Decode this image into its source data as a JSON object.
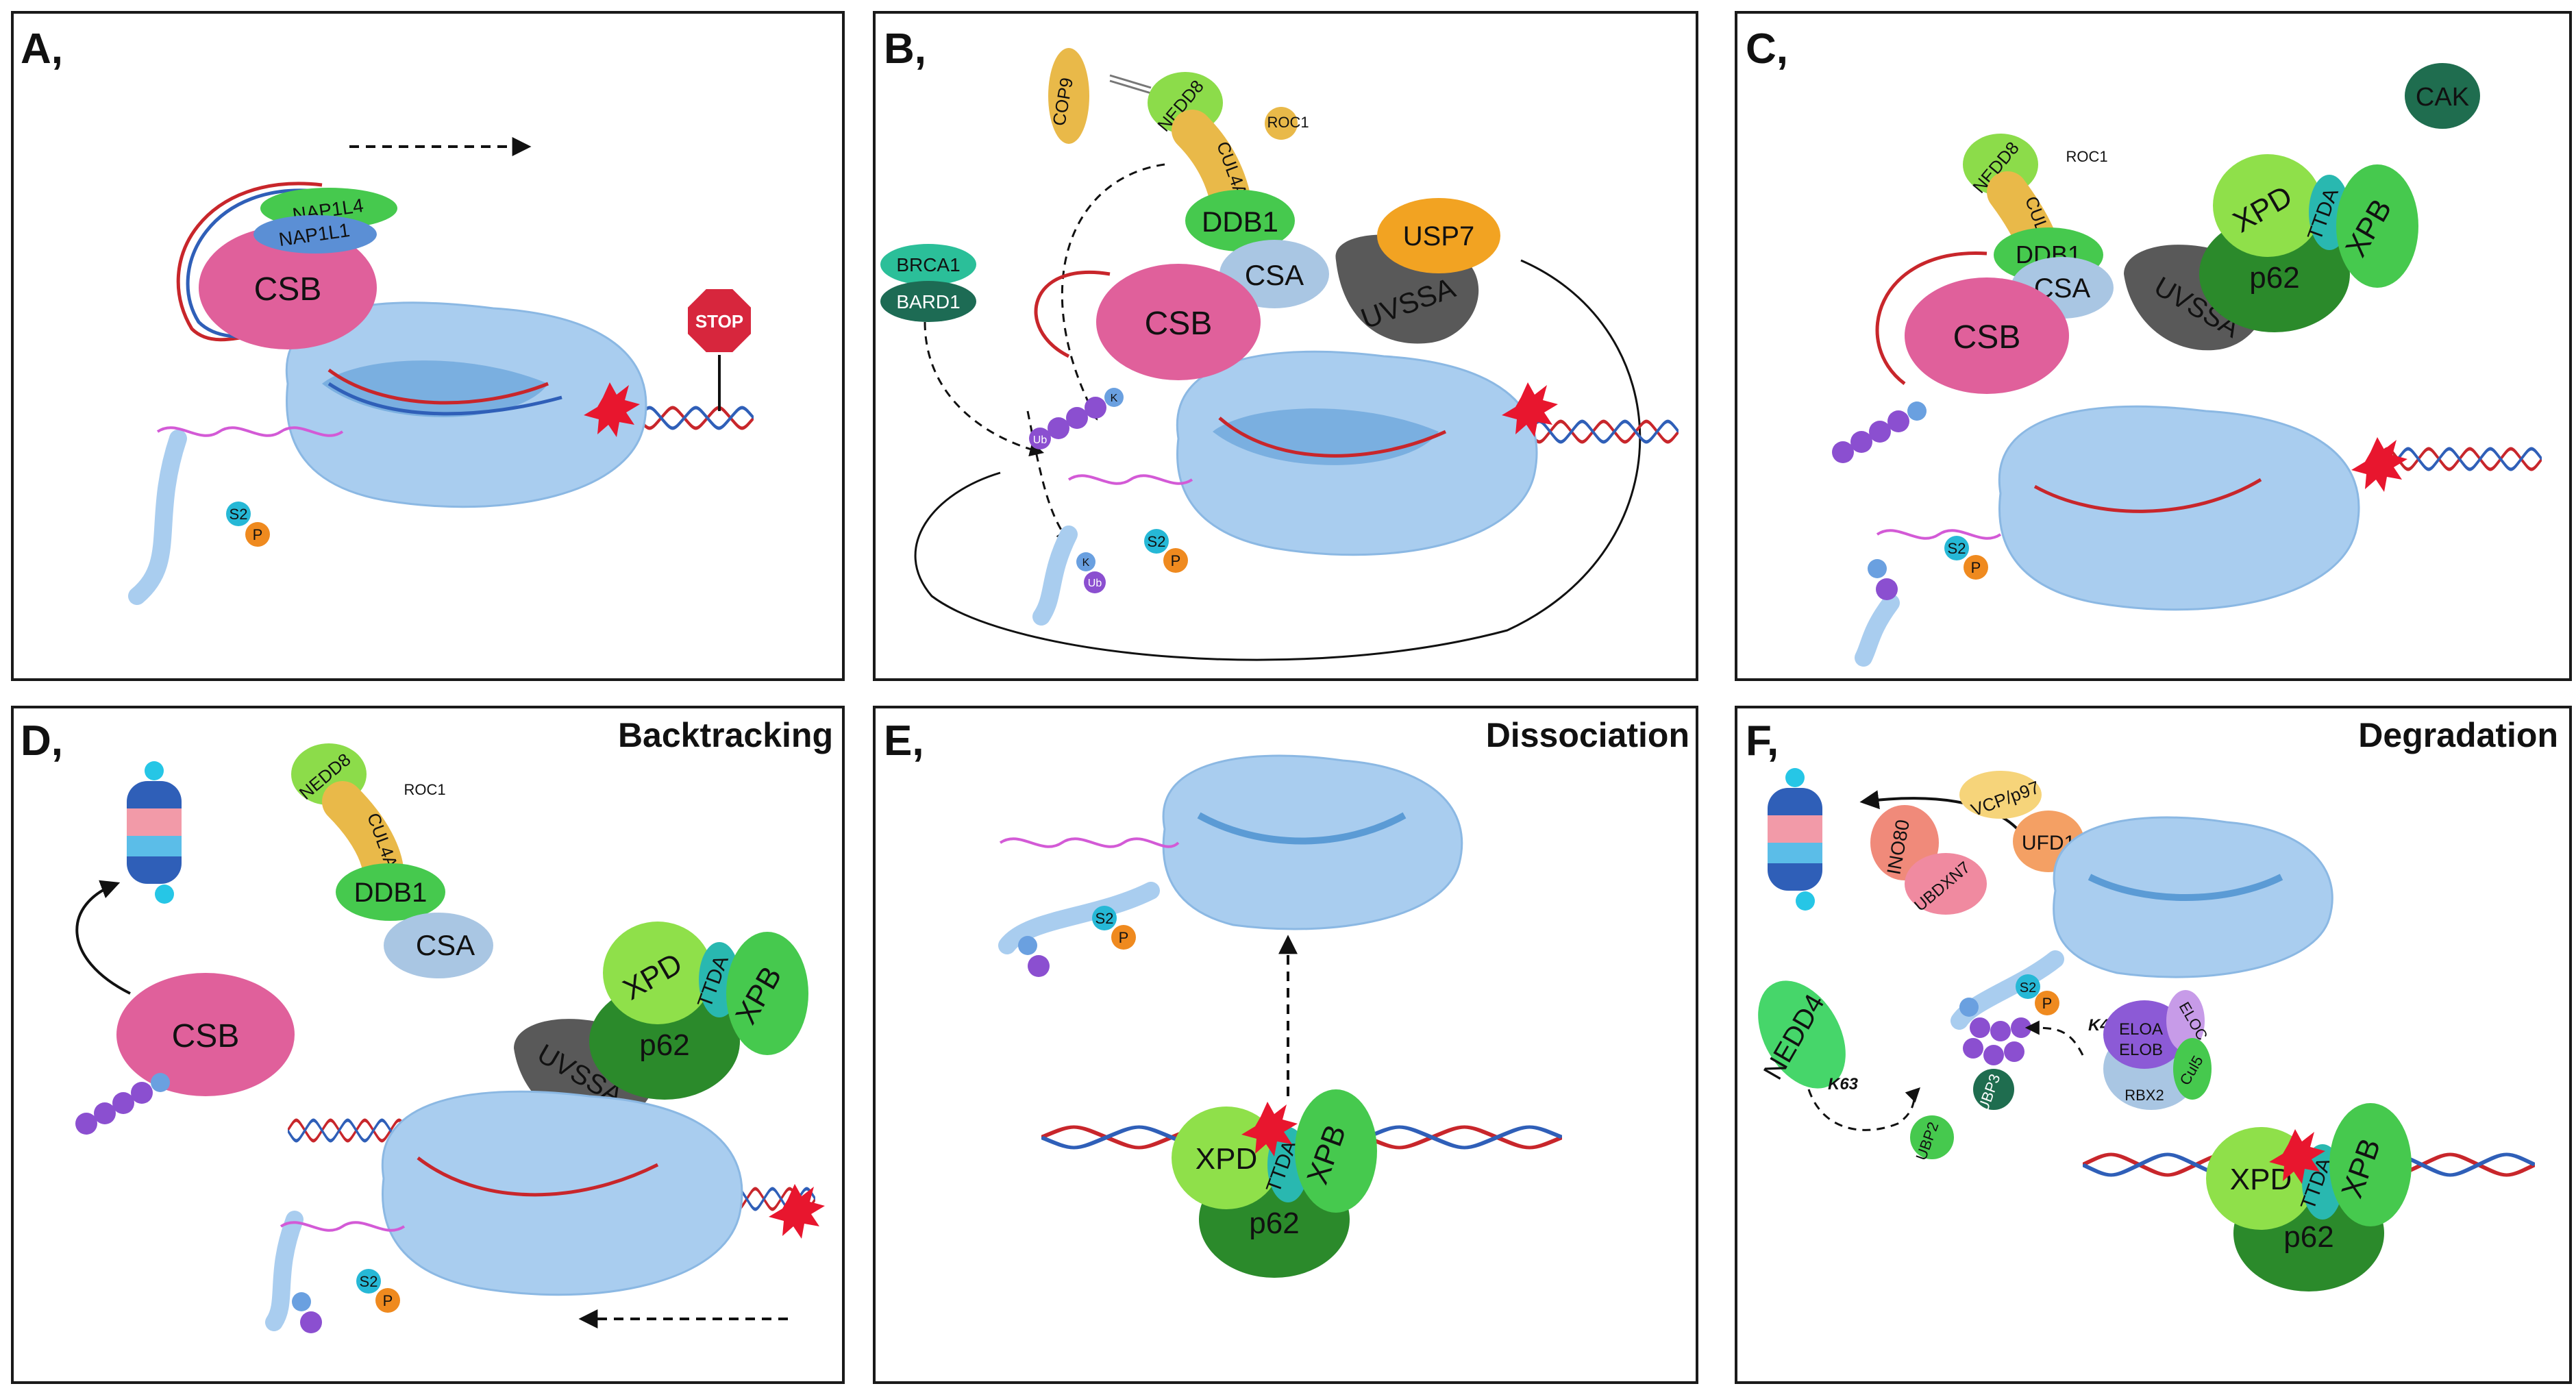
{
  "panels": {
    "a": {
      "letter": "A,"
    },
    "b": {
      "letter": "B,"
    },
    "c": {
      "letter": "C,"
    },
    "d": {
      "letter": "D,",
      "title": "Backtracking"
    },
    "e": {
      "letter": "E,",
      "title": "Dissociation"
    },
    "f": {
      "letter": "F,",
      "title": "Degradation"
    }
  },
  "labels": {
    "csb": "CSB",
    "nap1l4": "NAP1L4",
    "nap1l1": "NAP1L1",
    "stop": "STOP",
    "s2": "S2",
    "p": "P",
    "k": "K",
    "ub": "Ub",
    "cop9": "COP9",
    "nedd8": "NEDD8",
    "roc1": "ROC1",
    "cul4a": "CUL4A",
    "ddb1": "DDB1",
    "csa": "CSA",
    "usp7": "USP7",
    "uvssa": "UVSSA",
    "brca1": "BRCA1",
    "bard1": "BARD1",
    "cak": "CAK",
    "xpd": "XPD",
    "ttda": "TTDA",
    "xpb": "XPB",
    "p62": "p62",
    "ino80": "INO80",
    "vcp": "VCP/p97",
    "ufd1": "UFD1",
    "ubdxn7": "UBDXN7",
    "nedd4": "NEDD4",
    "k63": "K63",
    "k48": "K48",
    "ubp2": "UBP2",
    "ubp3": "UBP3",
    "eloa": "ELOA",
    "elob": "ELOB",
    "eloc": "ELOC",
    "rbx2": "RBX2",
    "cul5": "Cul5"
  },
  "colors": {
    "pol2": "#a9cdef",
    "pol2_dark": "#5b9bd5",
    "dna_red": "#c8262b",
    "dna_blue": "#2f5fb8",
    "rna": "#d35ad6",
    "csb": "#e0609b",
    "nedd8": "#8cdc4a",
    "cul4a": "#e9b949",
    "ddb1": "#46c94e",
    "csa": "#a9c6e3",
    "uvssa": "#595959",
    "usp7": "#f2a322",
    "brca1": "#2bbf99",
    "bard1": "#1d6b54",
    "cak": "#1f6d4f",
    "xpd": "#8fe04a",
    "p62": "#2b8a2b",
    "xpb": "#46c94e",
    "ttda": "#29b8b0",
    "ub": "#8b4fd0",
    "k": "#6aa0e0",
    "s2": "#26b8d6",
    "p": "#ef8a1f",
    "stop": "#d7263d",
    "lesion": "#e8162e",
    "ino80": "#f08a7a",
    "vcp": "#f6d47a",
    "ufd1": "#f4a064",
    "ubdxn7": "#f08aa0",
    "nedd4": "#46d66a",
    "elo": "#8c5ad6",
    "rbx2": "#a9c6e3"
  }
}
